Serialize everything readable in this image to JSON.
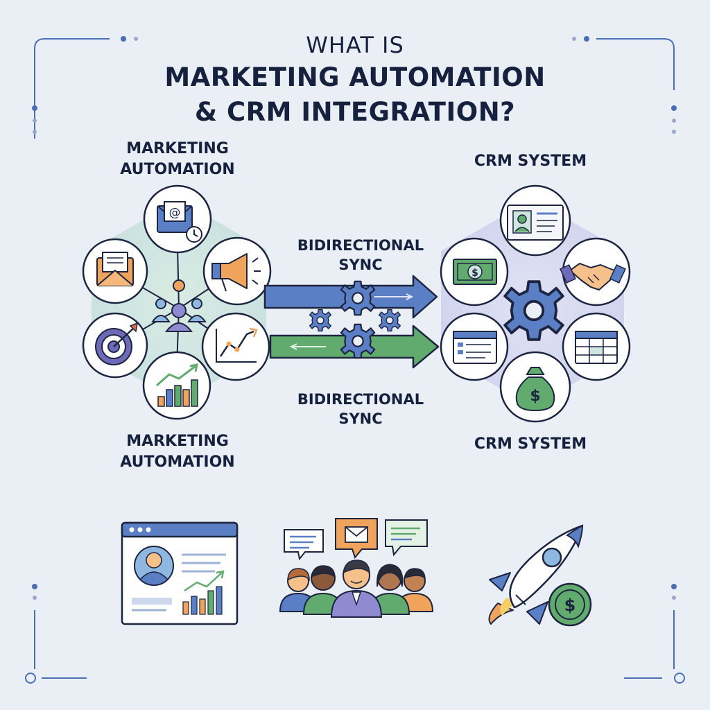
{
  "title": {
    "line1": "WHAT IS",
    "line2": "MARKETING AUTOMATION",
    "line3": "& CRM INTEGRATION?"
  },
  "left_cluster": {
    "label_top": [
      "MARKETING",
      "AUTOMATION"
    ],
    "label_bottom": [
      "MARKETING",
      "AUTOMATION"
    ],
    "icons": [
      "email-schedule-icon",
      "megaphone-icon",
      "growth-chart-icon",
      "bar-chart-icon",
      "target-icon",
      "envelope-icon",
      "audience-icon"
    ]
  },
  "right_cluster": {
    "label_top": "CRM SYSTEM",
    "label_bottom": "CRM SYSTEM",
    "icons": [
      "contact-card-icon",
      "handshake-icon",
      "spreadsheet-icon",
      "money-bag-icon",
      "browser-form-icon",
      "cash-icon",
      "gear-icon"
    ]
  },
  "sync": {
    "top": [
      "BIDIRECTIONAL",
      "SYNC"
    ],
    "bottom": [
      "BIDIRECTIONAL",
      "SYNC"
    ]
  },
  "bottom_row": [
    "dashboard-profile-icon",
    "team-communication-icon",
    "rocket-growth-icon"
  ],
  "colors": {
    "navy": "#16213d",
    "blue": "#4b6fb5",
    "green": "#62ab6e",
    "orange": "#f0a35a",
    "purple": "#6e6ab8",
    "teal-bg": "#cfe5df",
    "lavender-bg": "#d6d8ee"
  }
}
